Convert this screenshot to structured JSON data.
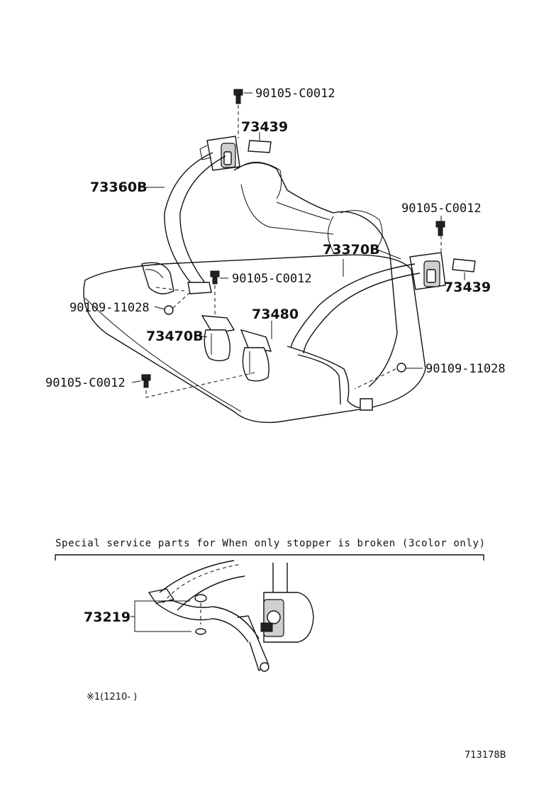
{
  "labels": {
    "bolt_top": "90105-C0012",
    "cover_left": "73439",
    "belt_left": "73360B",
    "bolt_right_top": "90105-C0012",
    "belt_right": "73370B",
    "cover_right": "73439",
    "bolt_mid": "90105-C0012",
    "bolt_left_lower": "90109-11028",
    "buckle_left": "73470B",
    "buckle_right": "73480",
    "bolt_right_lower": "90109-11028",
    "bolt_bottom_left": "90105-C0012",
    "stopper": "73219"
  },
  "special_caption": "Special service parts for When only stopper is broken (3color only)",
  "footnote": "※1(1210-  )",
  "figure_code": "713178B"
}
